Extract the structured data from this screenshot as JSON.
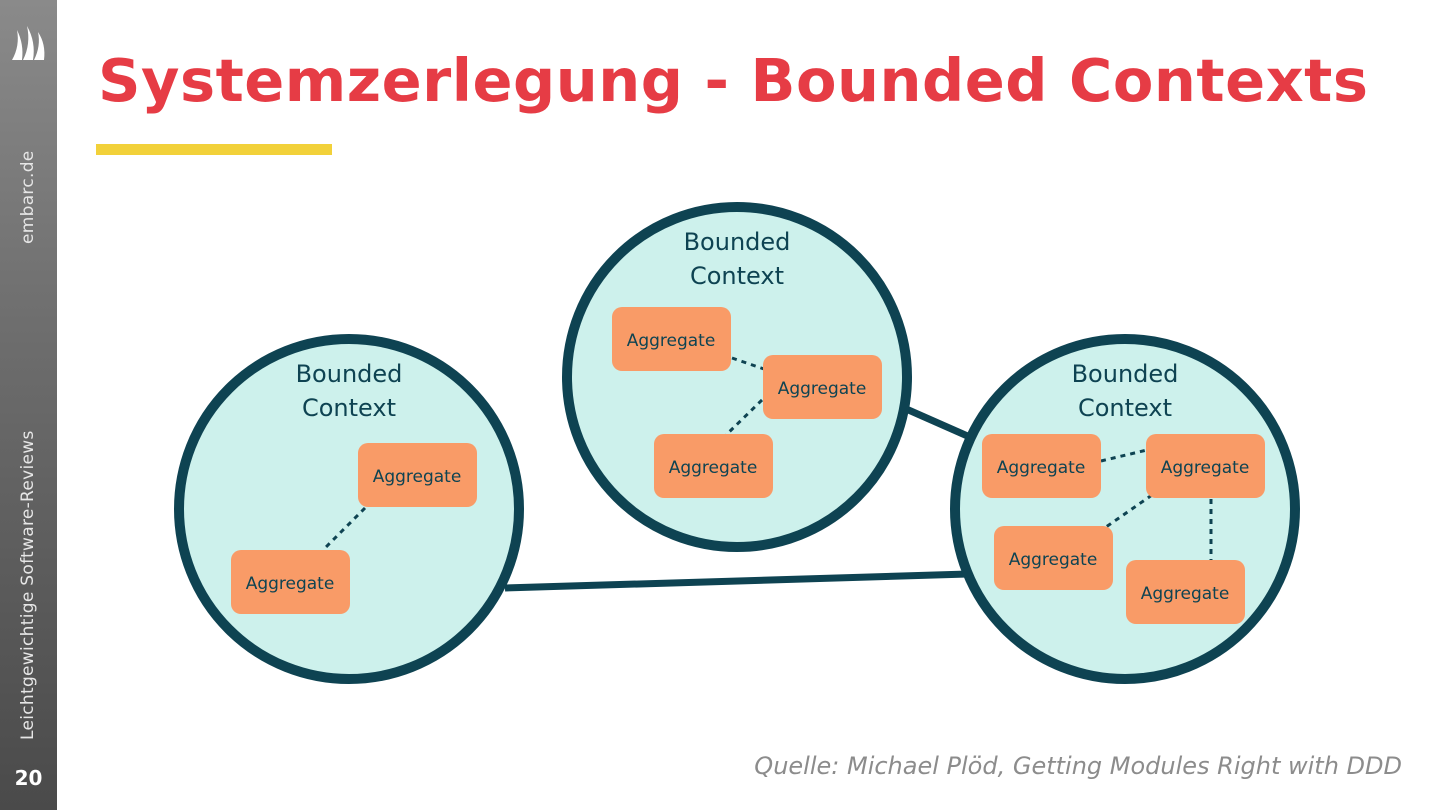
{
  "slide": {
    "title": "Systemzerlegung - Bounded Contexts",
    "page_number": "20",
    "source": "Quelle: Michael Plöd, Getting Modules Right with DDD"
  },
  "sidebar": {
    "domain": "embarc.de",
    "tagline": "Leichtgewichtige Software-Reviews",
    "logo_icon": "sails-logo-icon"
  },
  "diagram": {
    "context_label_line1": "Bounded",
    "context_label_line2": "Context",
    "aggregate_label": "Aggregate"
  },
  "colors": {
    "title": "#e63c45",
    "accent_bar": "#f2d13a",
    "context_fill": "#cdf1ec",
    "context_stroke": "#0e4352",
    "aggregate_fill": "#f99b67",
    "text_dark": "#0e4352",
    "source_text": "#8c8c8c"
  }
}
